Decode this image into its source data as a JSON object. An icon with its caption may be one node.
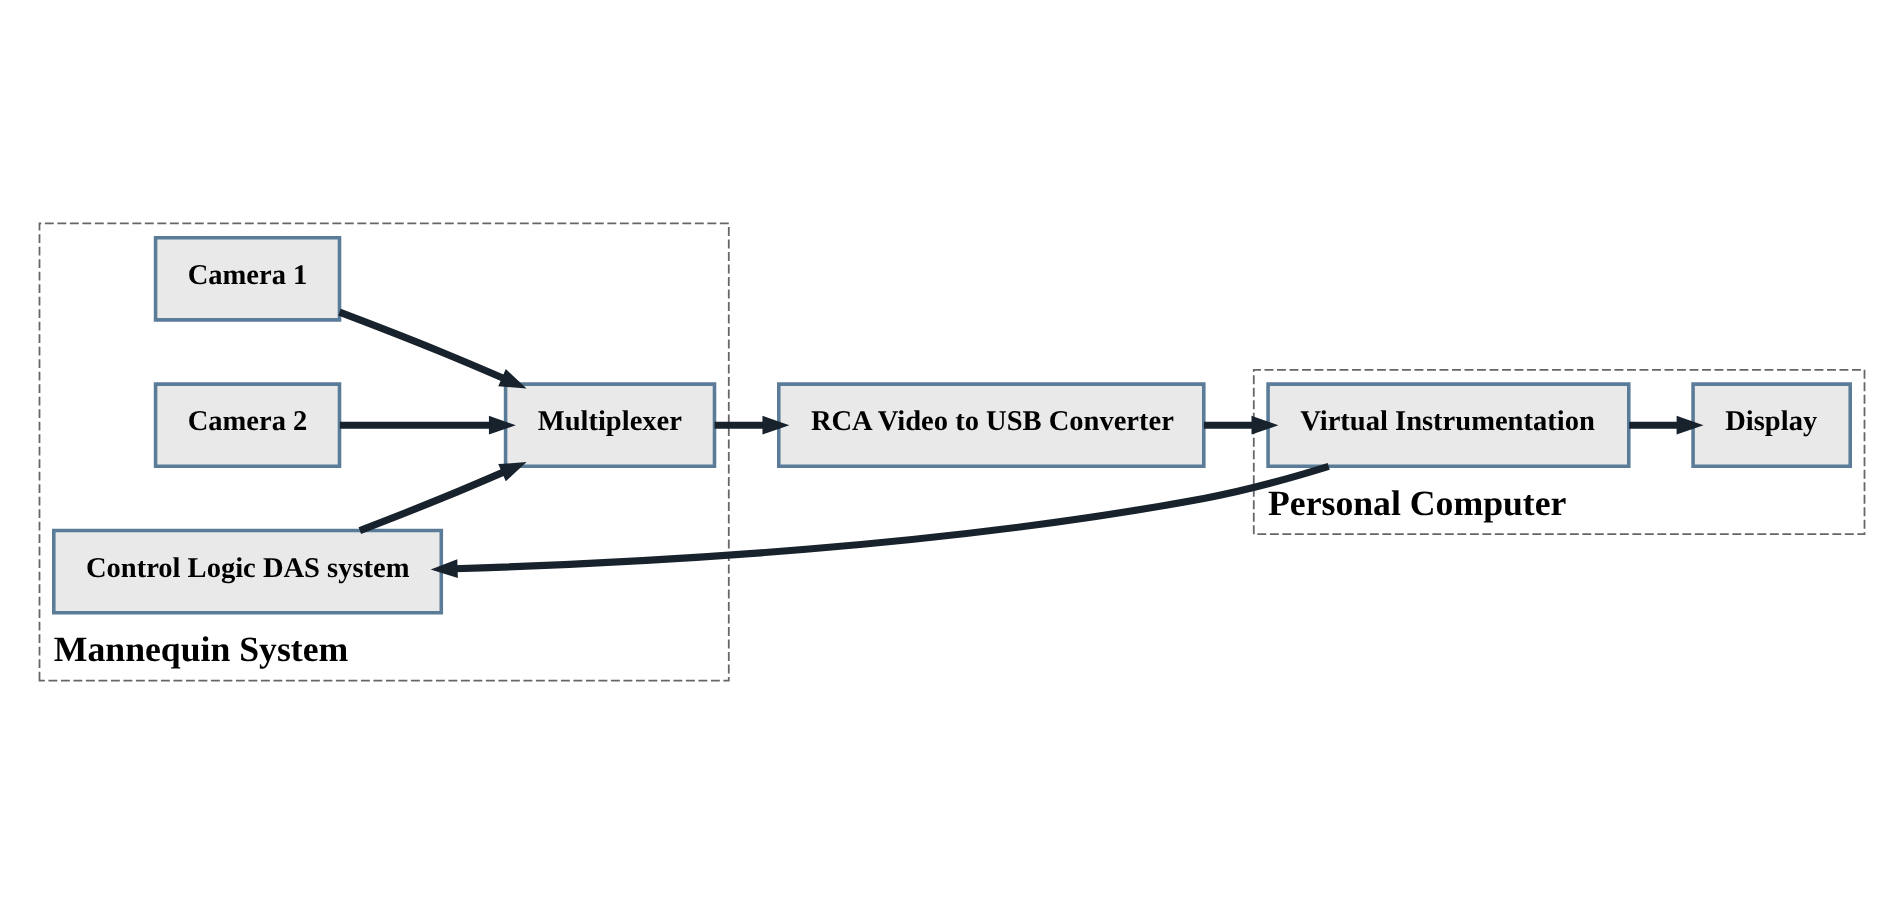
{
  "diagram": {
    "nodes": [
      {
        "text": [
          "Mannequin System"
        ]
      },
      {
        "text": [
          "Camera 1"
        ],
        "in": 0
      },
      {
        "text": [
          "Camera 2"
        ],
        "in": 0
      },
      {
        "text": [
          "Multiplexer"
        ],
        "in": 0
      },
      {
        "text": [
          "Control Logic DAS system"
        ],
        "in": 0
      },
      {
        "text": [
          "RCA Video to USB Converter"
        ]
      },
      {
        "text": [
          "Personal Computer"
        ]
      },
      {
        "text": [
          "Virtual Instrumentation"
        ],
        "in": 6
      },
      {
        "text": [
          "Display"
        ],
        "in": 6
      }
    ],
    "edges": [
      {
        "from": 1,
        "to": 3,
        "arrow": "to"
      },
      {
        "from": 2,
        "to": 3,
        "arrow": "to"
      },
      {
        "from": 4,
        "to": 3,
        "arrow": "to"
      },
      {
        "from": 3,
        "to": 5,
        "arrow": "to"
      },
      {
        "from": 5,
        "to": 7,
        "arrow": "to"
      },
      {
        "from": 7,
        "to": 8,
        "arrow": "to"
      },
      {
        "from": 7,
        "to": 4,
        "arrow": "to"
      }
    ]
  }
}
